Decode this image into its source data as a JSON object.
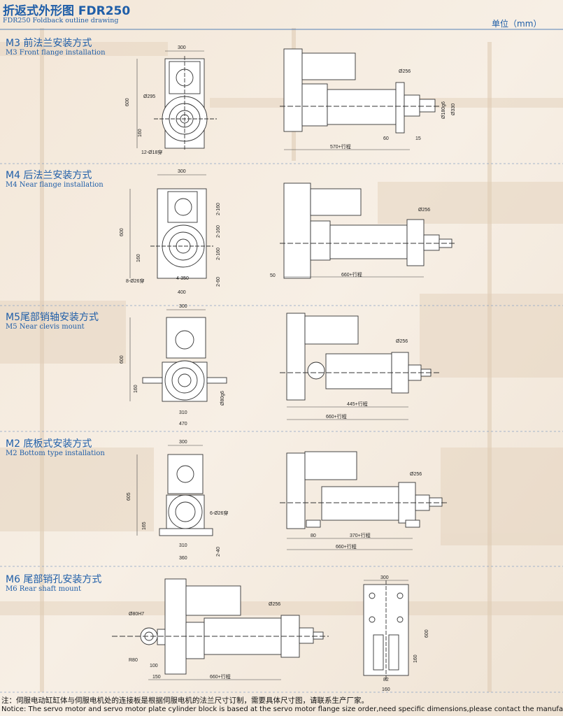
{
  "header": {
    "title": "折返式外形图 FDR250",
    "subtitle": "FDR250 Foldback outline drawing",
    "units": "单位（mm）"
  },
  "sections": [
    {
      "title_cn": "M3 前法兰安装方式",
      "title_en": "M3 Front flange installation",
      "dims": {
        "w": "300",
        "h": "600",
        "d1": "Ø295",
        "d2": "160",
        "holes": "12-Ø18穿",
        "cyl": "Ø256",
        "len": "570+行程",
        "a": "60",
        "b": "15",
        "c": "Ø180g6",
        "e": "Ø330"
      }
    },
    {
      "title_cn": "M4 后法兰安装方式",
      "title_en": "M4 Near flange installation",
      "dims": {
        "w": "300",
        "h": "600",
        "d2": "160",
        "holes": "8-Ø26穿",
        "p": "4-350",
        "w2": "400",
        "r1": "2-160",
        "r2": "2-160",
        "r3": "2-160",
        "r4": "2-60",
        "cyl": "Ø256",
        "off": "50",
        "len": "660+行程"
      }
    },
    {
      "title_cn": "M5尾部销轴安装方式",
      "title_en": "M5 Near clevis mount",
      "dims": {
        "w": "300",
        "h": "600",
        "d2": "160",
        "pin": "Ø80g6",
        "w1": "310",
        "w2": "470",
        "cyl": "Ø256",
        "len1": "445+行程",
        "len": "660+行程"
      }
    },
    {
      "title_cn": "M2 底板式安装方式",
      "title_en": "M2 Bottom type installation",
      "dims": {
        "w": "300",
        "h": "605",
        "d2": "165",
        "holes": "6-Ø26穿",
        "w1": "310",
        "w2": "360",
        "r": "2-40",
        "cyl": "Ø256",
        "a": "80",
        "len1": "370+行程",
        "len": "660+行程"
      }
    },
    {
      "title_cn": "M6 尾部销孔安装方式",
      "title_en": "M6 Rear shaft mount",
      "dims": {
        "hole": "Ø80H7",
        "cyl": "Ø256",
        "r": "R80",
        "a": "100",
        "b": "150",
        "len": "660+行程",
        "w": "300",
        "h": "600",
        "d2": "160",
        "c": "82",
        "d": "160"
      }
    }
  ],
  "notes": {
    "cn": "注：伺服电动缸缸体与伺服电机处的连接板是根据伺服电机的法兰尺寸订制，需要具体尺寸图，请联系生产厂家。",
    "en": "Notice: The servo motor and servo motor plate cylinder block is based at the servo motor flange size order,need specific dimensions,please contact the manufacturer."
  },
  "colors": {
    "accent": "#1f5ea8",
    "line": "#333333"
  }
}
